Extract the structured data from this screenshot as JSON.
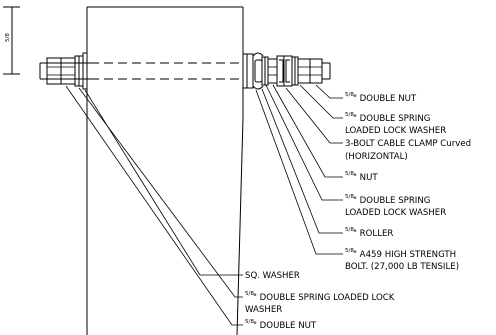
{
  "dimension": {
    "frac": "5/8",
    "text": "\""
  },
  "labels": {
    "double_nut_right": {
      "frac": "5/8",
      "lines": [
        "\" DOUBLE NUT"
      ]
    },
    "lock_washer_top": {
      "frac": "5/8",
      "lines": [
        "\" DOUBLE SPRING",
        "LOADED LOCK WASHER"
      ]
    },
    "cable_clamp": {
      "frac": "",
      "lines": [
        "3-BOLT CABLE CLAMP Curved",
        "(HORIZONTAL)"
      ]
    },
    "nut": {
      "frac": "5/8",
      "lines": [
        "\" NUT"
      ]
    },
    "lock_washer_mid": {
      "frac": "5/8",
      "lines": [
        "\" DOUBLE SPRING",
        "LOADED LOCK WASHER"
      ]
    },
    "roller": {
      "frac": "5/8",
      "lines": [
        "\" ROLLER"
      ]
    },
    "bolt": {
      "frac": "5/8",
      "lines": [
        "\" A459 HIGH STRENGTH",
        "BOLT. (27,000 LB TENSILE)"
      ]
    },
    "sq_washer": {
      "frac": "",
      "lines": [
        "SQ. WASHER"
      ]
    },
    "lock_washer_bottom": {
      "frac": "5/8",
      "lines": [
        "\" DOUBLE SPRING LOADED LOCK",
        "WASHER"
      ]
    },
    "double_nut_bottom": {
      "frac": "5/8",
      "lines": [
        "\" DOUBLE NUT"
      ]
    }
  }
}
